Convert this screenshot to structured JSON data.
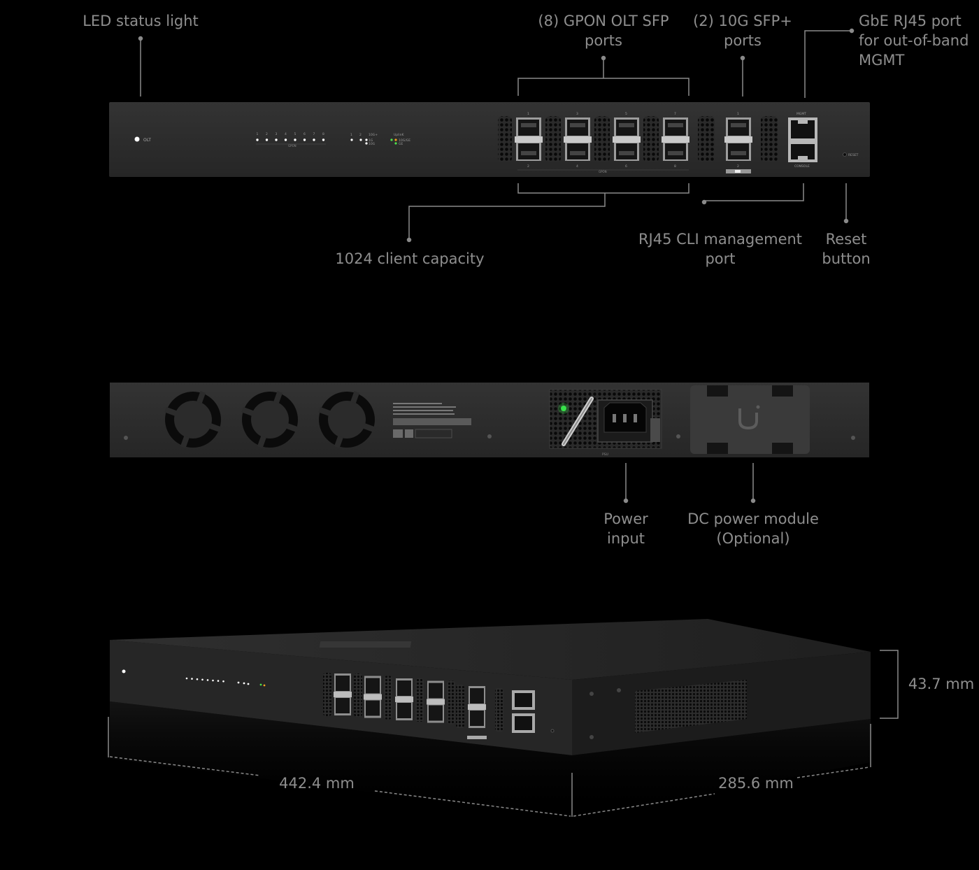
{
  "callouts": {
    "led_status": "LED status light",
    "gpon_ports": [
      "(8) GPON OLT SFP",
      "ports"
    ],
    "sfp_plus_ports": [
      "(2) 10G SFP+",
      "ports"
    ],
    "mgmt_port": [
      "GbE RJ45 port",
      "for out-of-band",
      "MGMT"
    ],
    "client_capacity": "1024 client capacity",
    "cli_port": [
      "RJ45 CLI management",
      "port"
    ],
    "reset_button": [
      "Reset",
      "button"
    ],
    "power_input": [
      "Power",
      "input"
    ],
    "dc_module": [
      "DC power module",
      "(Optional)"
    ]
  },
  "dimensions": {
    "height": "43.7 mm",
    "width": "442.4 mm",
    "depth": "285.6 mm"
  },
  "device_labels": {
    "olt": "OLT",
    "gpon": "GPON",
    "mgmt": "MGMT",
    "console": "CONSOLE",
    "reset": "RESET",
    "psu": "PSU",
    "led_numbers": [
      "1",
      "2",
      "3",
      "4",
      "5",
      "6",
      "7",
      "8"
    ],
    "sfp_top_numbers": [
      "1",
      "3",
      "5",
      "7"
    ],
    "sfp_bottom_numbers": [
      "2",
      "4",
      "6",
      "8"
    ],
    "sfp_plus_numbers": [
      "1",
      "2"
    ],
    "speed_labels": [
      "1",
      "2",
      "10G+",
      "1G",
      "10G"
    ],
    "uplink_labels": [
      "UplinK",
      "10G/GE",
      "GE"
    ]
  },
  "colors": {
    "background": "#000000",
    "chassis": "#2a2a2a",
    "text": "#8e8e8e",
    "leader": "#8a8a8a",
    "led": "#ffffff",
    "power_led": "#37e34a"
  }
}
